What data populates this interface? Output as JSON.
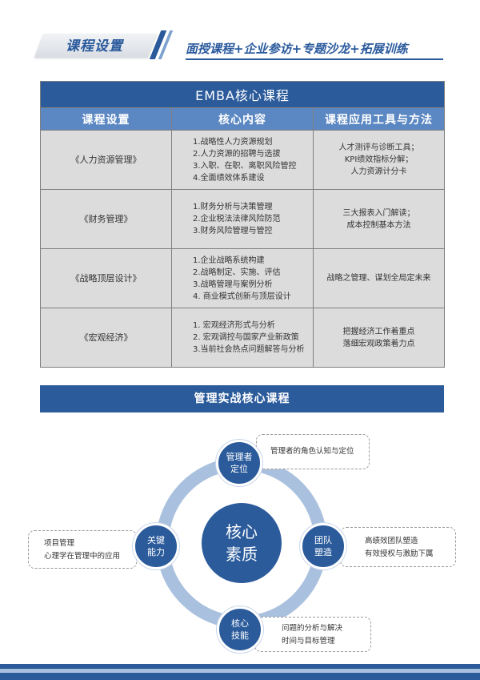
{
  "header": {
    "title": "课程设置",
    "subtitle": "面授课程+企业参访+专题沙龙+拓展训练"
  },
  "table": {
    "title": "EMBA核心课程",
    "columns": [
      "课程设置",
      "核心内容",
      "课程应用工具与方法"
    ],
    "rows": [
      {
        "name": "《人力资源管理》",
        "content": [
          "1.战略性人力资源规划",
          "2.人力资源的招聘与选拔",
          "3.入职、在职、离职风险管控",
          "4.全面绩效体系建设"
        ],
        "tools": [
          "人才测评与诊断工具；",
          "KPI绩效指标分解；",
          "人力资源计分卡"
        ]
      },
      {
        "name": "《财务管理》",
        "content": [
          "1.财务分析与决策管理",
          "2.企业税法法律风险防范",
          "3.财务风险管理与管控"
        ],
        "tools": [
          "三大报表入门解读；",
          "成本控制基本方法"
        ]
      },
      {
        "name": "《战略顶层设计》",
        "content": [
          "1.企业战略系统构建",
          "2.战略制定、实施、评估",
          "3.战略管理与案例分析",
          "4. 商业模式创新与顶层设计"
        ],
        "tools": [
          "战略之管理、谋划全局定未来"
        ]
      },
      {
        "name": "《宏观经济》",
        "content": [
          "1. 宏观经济形式与分析",
          "2. 宏观调控与国家产业新政策",
          "3.当前社会热点问题解答与分析"
        ],
        "tools": [
          "把握经济工作着重点",
          "落细宏观政策着力点"
        ]
      }
    ]
  },
  "section2": {
    "title": "管理实战核心课程",
    "center": [
      "核心",
      "素质"
    ],
    "nodes": {
      "top": [
        "管理者",
        "定位"
      ],
      "right": [
        "团队",
        "塑造"
      ],
      "bottom": [
        "核心",
        "技能"
      ],
      "left": [
        "关键",
        "能力"
      ]
    },
    "boxes": {
      "top": [
        "管理者的角色认知与定位"
      ],
      "right": [
        "高绩效团队塑造",
        "有效授权与激励下属"
      ],
      "bottom": [
        "问题的分析与解决",
        "时间与目标管理"
      ],
      "left": [
        "项目管理",
        "心理学在管理中的应用"
      ]
    }
  },
  "colors": {
    "primary": "#2b5b9b",
    "header_row": "#5b87c2",
    "ring": "#a9c0de",
    "cell_bg": "#dcdcdc"
  }
}
